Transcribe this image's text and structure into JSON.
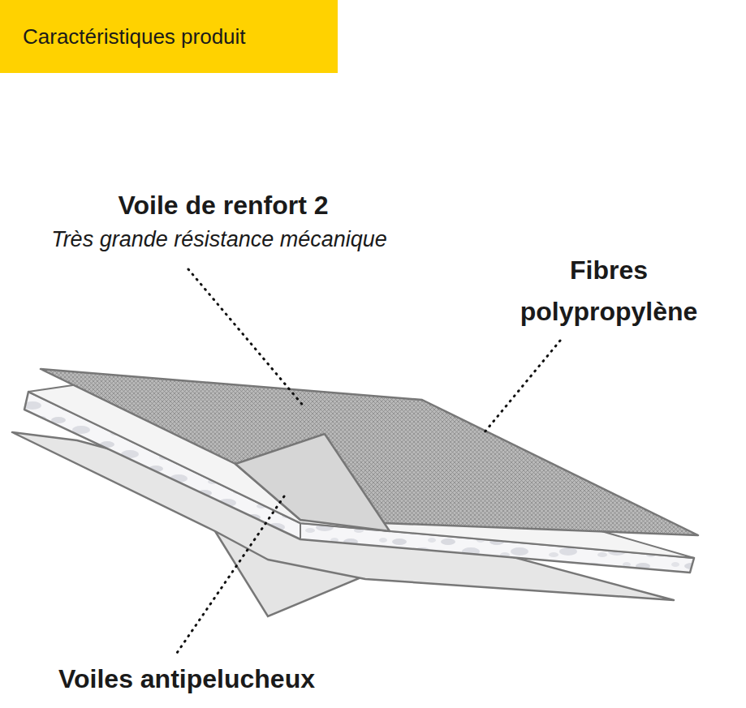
{
  "diagram": {
    "nodes": [
      {
        "text": [
          "Caractéristiques produit"
        ]
      }
    ],
    "labels": [
      "Voile de renfort 2",
      "Très grande résistance mécanique",
      "Fibres polypropylène",
      "Voiles antipelucheux"
    ]
  }
}
